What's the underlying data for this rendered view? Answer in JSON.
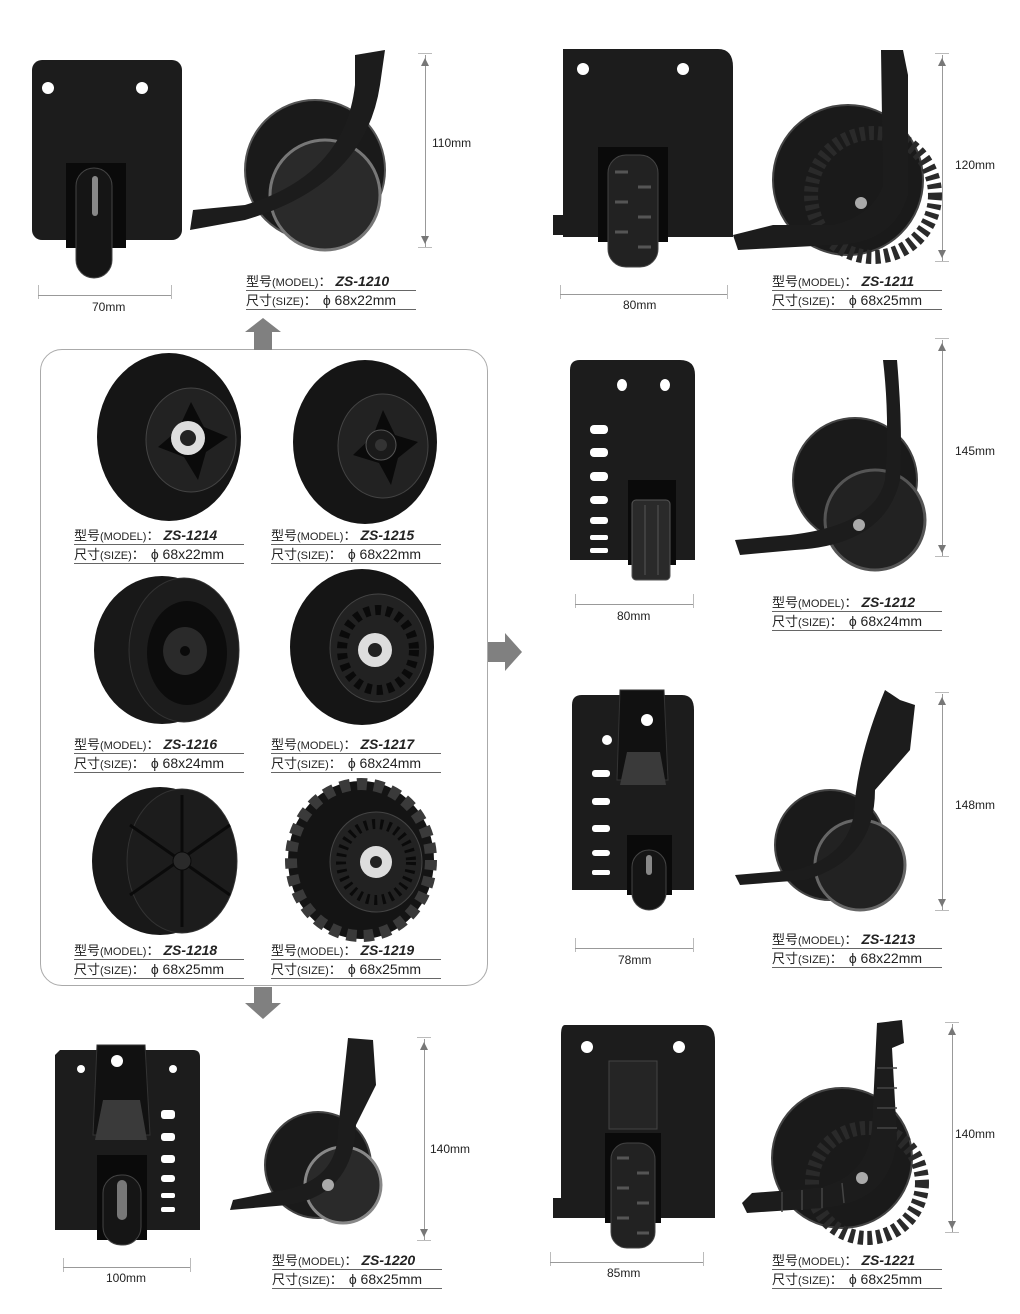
{
  "labels": {
    "model_cn": "型号",
    "model_en": "(MODEL)",
    "size_cn": "尺寸",
    "size_en": "(SIZE)",
    "colon": "：",
    "diameter_symbol": "ϕ"
  },
  "casters": [
    {
      "model": "ZS-1210",
      "size": "68x22mm",
      "width": "70mm",
      "height": "110mm"
    },
    {
      "model": "ZS-1211",
      "size": "68x25mm",
      "width": "80mm",
      "height": "120mm"
    },
    {
      "model": "ZS-1212",
      "size": "68x24mm",
      "width": "80mm",
      "height": "145mm"
    },
    {
      "model": "ZS-1213",
      "size": "68x22mm",
      "width": "78mm",
      "height": "148mm"
    },
    {
      "model": "ZS-1220",
      "size": "68x25mm",
      "width": "100mm",
      "height": "140mm"
    },
    {
      "model": "ZS-1221",
      "size": "68x25mm",
      "width": "85mm",
      "height": "140mm"
    }
  ],
  "wheels": [
    {
      "model": "ZS-1214",
      "size": "68x22mm"
    },
    {
      "model": "ZS-1215",
      "size": "68x22mm"
    },
    {
      "model": "ZS-1216",
      "size": "68x24mm"
    },
    {
      "model": "ZS-1217",
      "size": "68x24mm"
    },
    {
      "model": "ZS-1218",
      "size": "68x25mm"
    },
    {
      "model": "ZS-1219",
      "size": "68x25mm"
    }
  ],
  "colors": {
    "product": "#1c1c1c",
    "arrow": "#808080",
    "frame": "#aaaaaa"
  },
  "icons": [
    "arrow-up-icon",
    "arrow-right-icon",
    "arrow-down-icon"
  ]
}
